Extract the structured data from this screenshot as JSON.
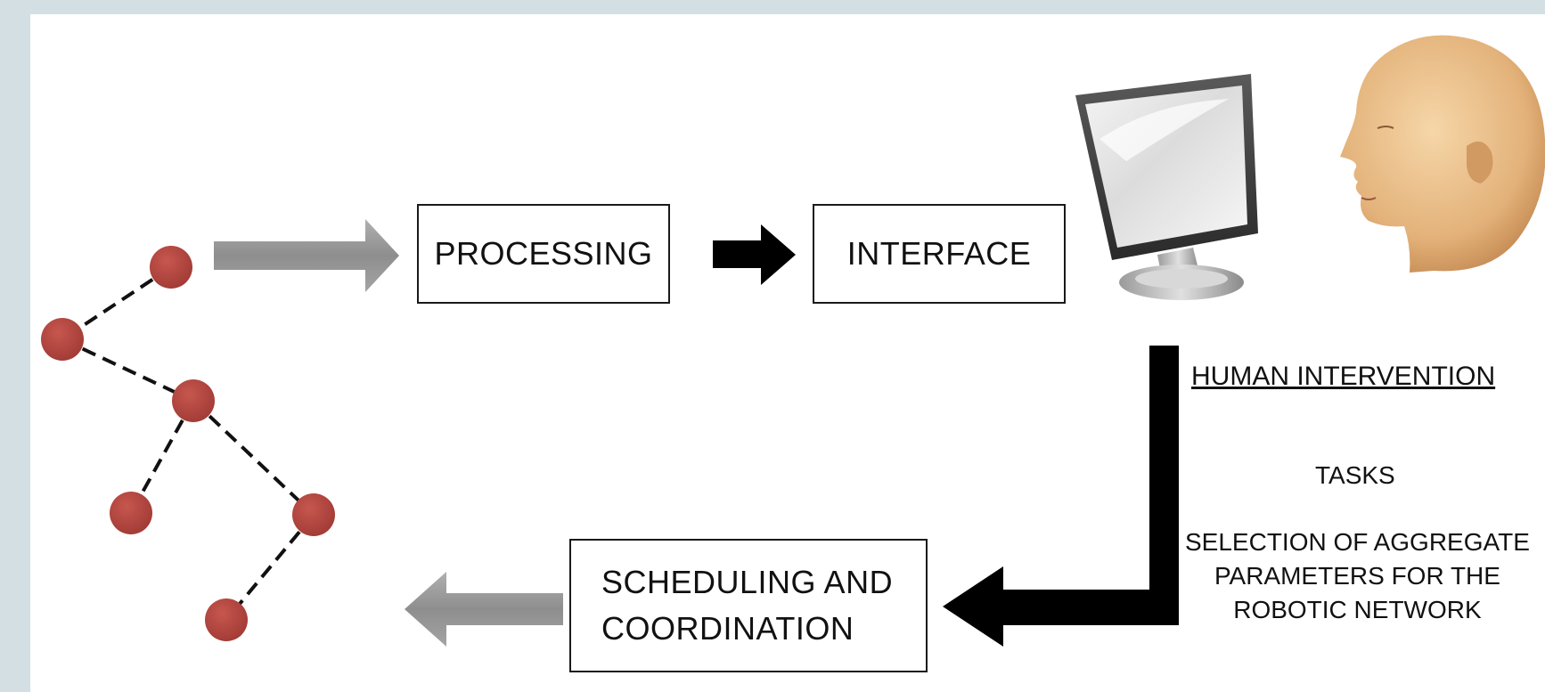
{
  "boxes": {
    "processing": "PROCESSING",
    "interface": "INTERFACE",
    "scheduling": "SCHEDULING AND\nCOORDINATION"
  },
  "human_intervention": {
    "title": "HUMAN INTERVENTION",
    "tasks": "TASKS",
    "selection": "SELECTION OF AGGREGATE\nPARAMETERS FOR THE\nROBOTIC NETWORK"
  },
  "images": [
    "computer-monitor",
    "human-head"
  ],
  "colors": {
    "node": "#b2453f",
    "gray_arrow": "#9a9a9a",
    "black_arrow": "#000000",
    "box_border": "#1a1a1a",
    "background": "#d3dfe2"
  }
}
